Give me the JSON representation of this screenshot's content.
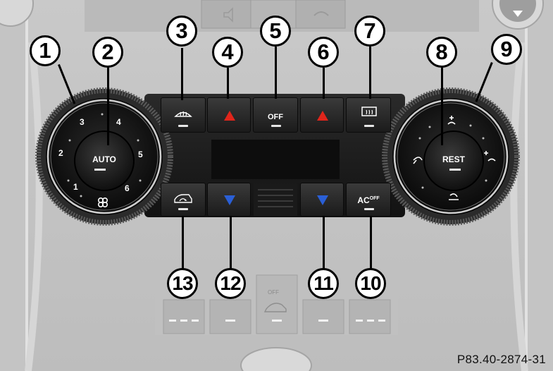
{
  "callouts": [
    "1",
    "2",
    "3",
    "4",
    "5",
    "6",
    "7",
    "8",
    "9",
    "10",
    "11",
    "12",
    "13"
  ],
  "left_knob": {
    "center_label": "AUTO",
    "numbers": [
      "1",
      "2",
      "3",
      "4",
      "5",
      "6"
    ]
  },
  "right_knob": {
    "center_label": "REST"
  },
  "buttons": {
    "off": "OFF",
    "ac": "AC",
    "ac_sup": "OFF",
    "lower_off": "OFF"
  },
  "icons": {
    "defrost_windscreen": "windscreen-defrost-icon",
    "temp_up_left": "red-triangle-up-icon",
    "temp_up_right": "red-triangle-up-icon",
    "defrost_rear": "rear-window-defrost-icon",
    "recirculation": "air-recirculation-icon",
    "temp_down_left": "blue-triangle-down-icon",
    "temp_down_right": "blue-triangle-down-icon",
    "fan": "fan-icon"
  },
  "colors": {
    "temp_up": "#e0251b",
    "temp_down": "#2a5fd6"
  },
  "caption": "P83.40-2874-31"
}
